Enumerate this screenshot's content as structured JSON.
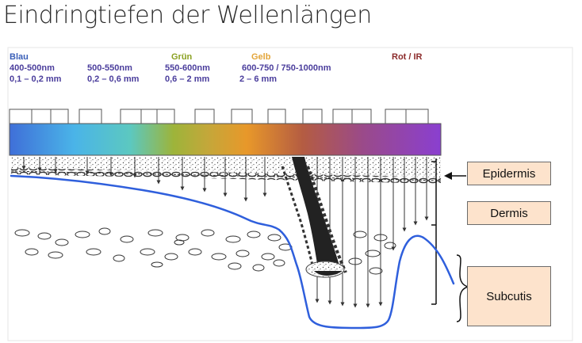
{
  "title": "Eindringtiefen der Wellenlängen",
  "colors": {
    "blau": "#3a5fb8",
    "gruen": "#8aa021",
    "gelb": "#e3a53a",
    "rot_ir": "#8b2a2a",
    "range_text": "#4a3d9c",
    "curve": "#2f5fdc",
    "label_fill": "#fde3cc"
  },
  "wavelengths": [
    {
      "name": "Blau",
      "range": "400-500nm",
      "depth": "0,1 – 0,2 mm"
    },
    {
      "name": "",
      "range": "500-550nm",
      "depth": "0,2 – 0,6 mm"
    },
    {
      "name": "Grün",
      "range": "550-600nm",
      "depth": "0,6 – 2 mm"
    },
    {
      "name": "Gelb",
      "range": "600-750 / 750-1000nm",
      "depth": "2 – 6 mm"
    },
    {
      "name": "Rot / IR",
      "range": "",
      "depth": ""
    }
  ],
  "layers": {
    "epidermis": "Epidermis",
    "dermis": "Dermis",
    "subcutis": "Subcutis"
  }
}
